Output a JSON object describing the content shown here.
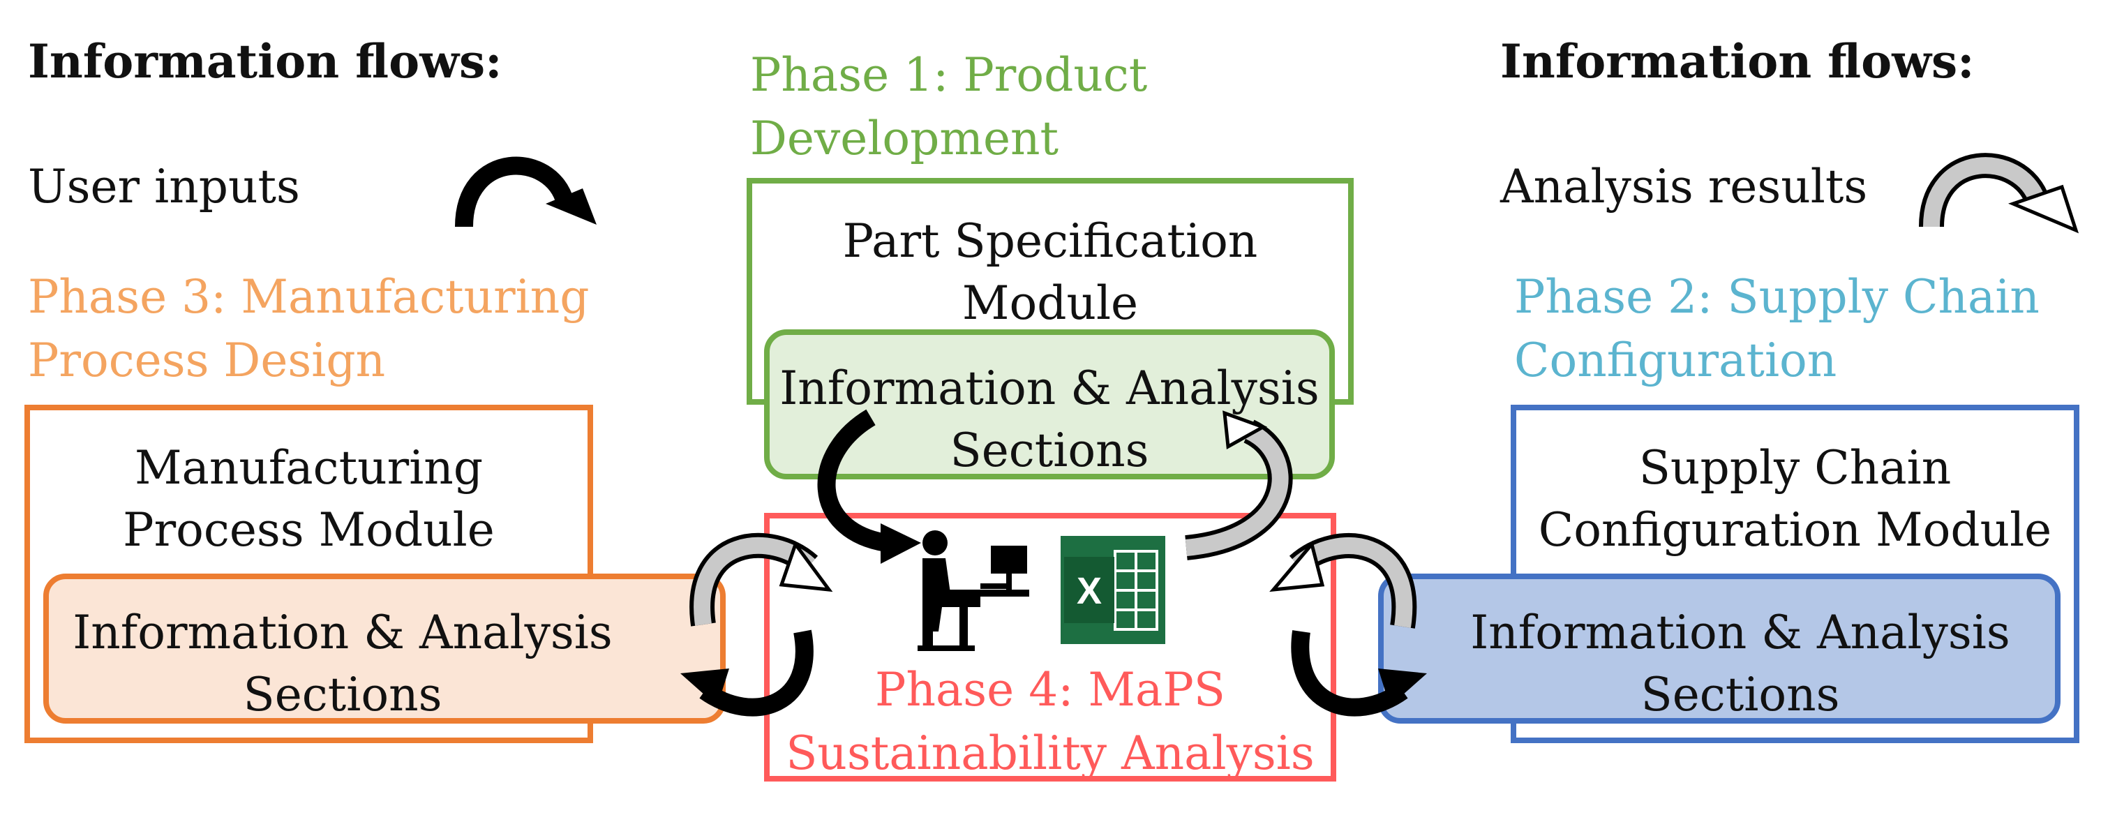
{
  "legend_left": {
    "title": "Information flows:",
    "item": "User inputs"
  },
  "legend_right": {
    "title": "Information flows:",
    "item": "Analysis results"
  },
  "phase1": {
    "title_l1": "Phase 1: Product",
    "title_l2": "Development",
    "module_l1": "Part Specification",
    "module_l2": "Module",
    "section_l1": "Information & Analysis",
    "section_l2": "Sections",
    "color": "#70ad47",
    "fill": "#e2efda"
  },
  "phase2": {
    "title_l1": "Phase 2: Supply Chain",
    "title_l2": "Configuration",
    "module_l1": "Supply Chain",
    "module_l2": "Configuration Module",
    "section_l1": "Information & Analysis",
    "section_l2": "Sections",
    "color": "#4472c4",
    "fill": "#b4c7e7",
    "title_color": "#5bb4cf"
  },
  "phase3": {
    "title_l1": "Phase 3: Manufacturing",
    "title_l2": "Process Design",
    "module_l1": "Manufacturing",
    "module_l2": "Process Module",
    "section_l1": "Information & Analysis",
    "section_l2": "Sections",
    "color": "#ed7d31",
    "fill": "#fbe5d6",
    "title_color": "#f4a460"
  },
  "phase4": {
    "title_l1": "Phase 4: MaPS",
    "title_l2": "Sustainability Analysis",
    "color": "#ff5a5a"
  },
  "icons": [
    "user-at-computer-icon",
    "excel-icon"
  ],
  "excel_letter": "X"
}
